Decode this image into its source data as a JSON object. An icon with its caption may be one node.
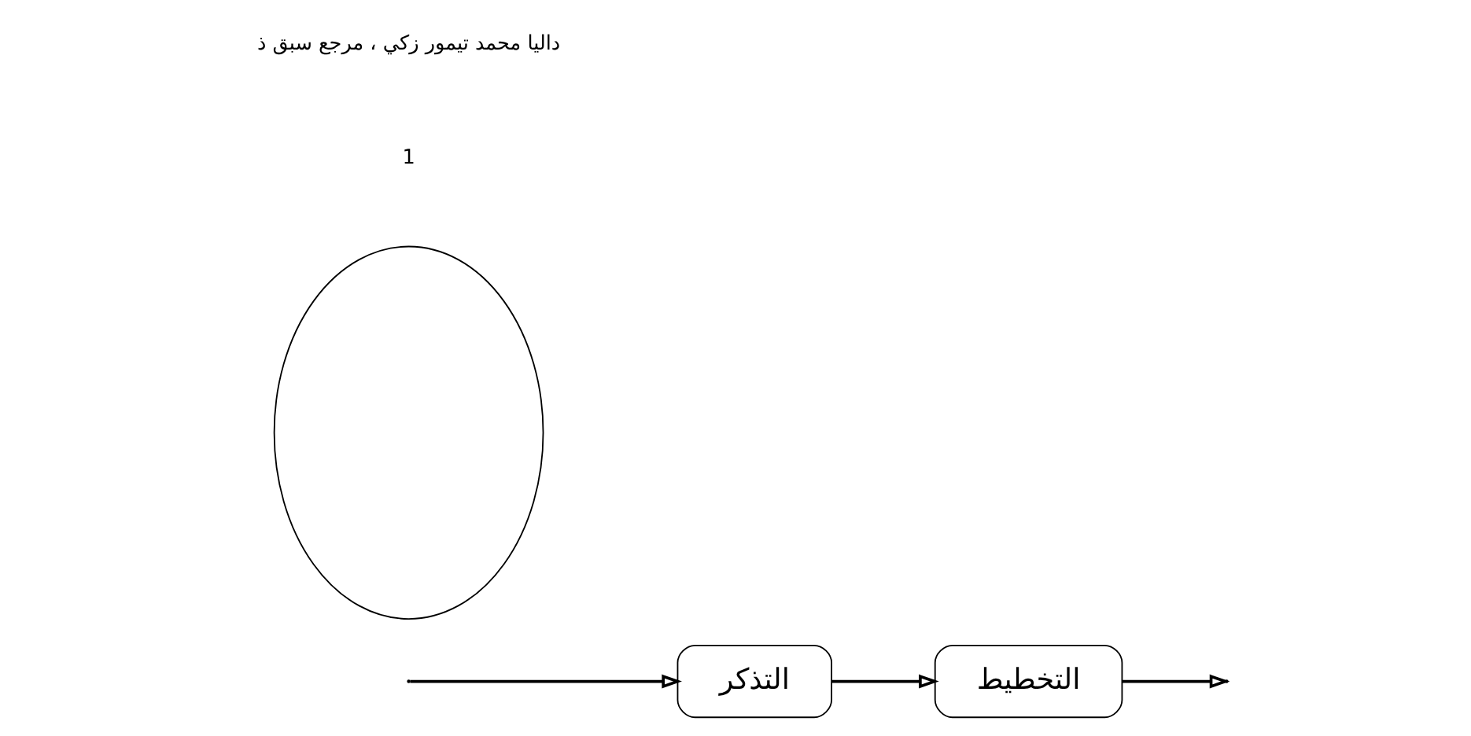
{
  "diagram": {
    "nodes": [
      {
        "text": [
          "التذكر"
        ]
      },
      {
        "text": [
          "التخطيط"
        ]
      },
      {
        "text": [],
        "shape": "ellipse"
      }
    ],
    "edges": [
      {
        "from": 0,
        "to": 1,
        "arrow": "to"
      },
      {
        "from": 1,
        "to": null,
        "arrow": "to"
      },
      {
        "from": null,
        "to": 0,
        "arrow": "to"
      }
    ],
    "labels": [
      "1",
      "داليا محمد تيمور زكي ، مرجع سبق ذ"
    ]
  }
}
